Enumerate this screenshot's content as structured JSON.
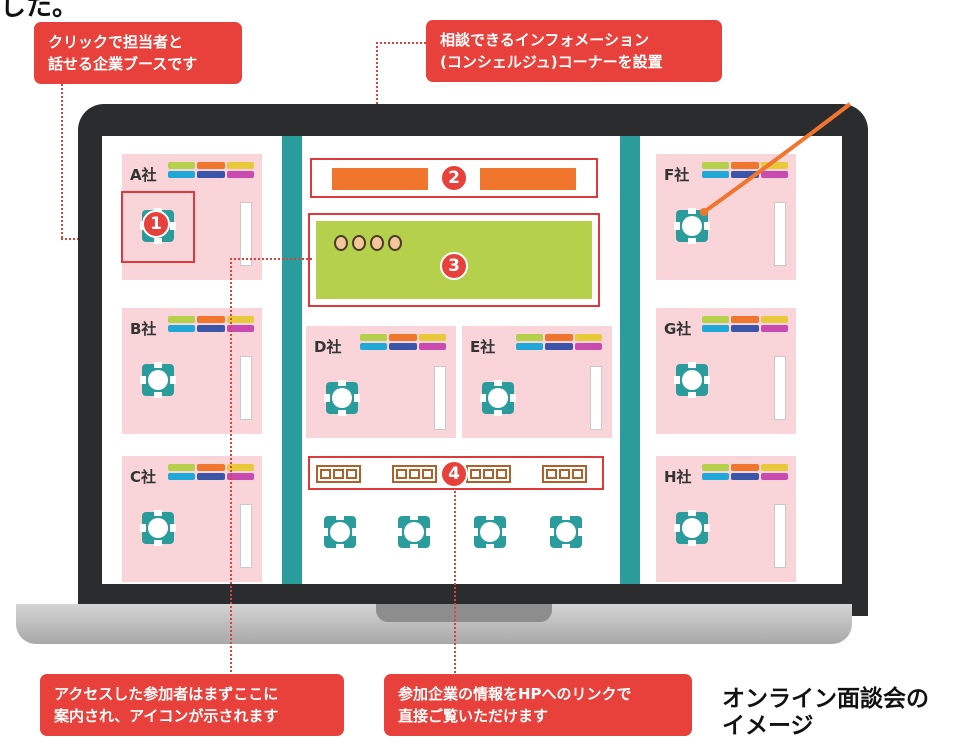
{
  "header_fragment": "した。",
  "callouts": {
    "booth_note": [
      "クリックで担当者と",
      "話せる企業ブースです"
    ],
    "concierge_note": [
      "相談できるインフォメーション",
      "(コンシェルジュ)コーナーを設置"
    ],
    "lounge_note": [
      "アクセスした参加者はまずここに",
      "案内され、アイコンが示されます"
    ],
    "links_note": [
      "参加企業の情報をHPへのリンクで",
      "直接ご覧いただけます"
    ]
  },
  "booths": [
    {
      "name": "A社"
    },
    {
      "name": "B社"
    },
    {
      "name": "C社"
    },
    {
      "name": "D社"
    },
    {
      "name": "E社"
    },
    {
      "name": "F社"
    },
    {
      "name": "G社"
    },
    {
      "name": "H社"
    }
  ],
  "markers": [
    "1",
    "2",
    "3",
    "4"
  ],
  "caption": [
    "オンライン面談会の",
    "イメージ"
  ],
  "colors": {
    "callout": "#e8403a",
    "pillar": "#2a9c9c",
    "booth_bg": "#f9d4d8",
    "concierge_bar": "#f0762e",
    "lounge": "#b5d04a",
    "table_icon": "#2a9c9c",
    "colorbar_top": [
      "#b5d04a",
      "#f0762e",
      "#e8c93a"
    ],
    "colorbar_bottom": [
      "#1fa8d8",
      "#3b55a8",
      "#c94bb0"
    ]
  }
}
